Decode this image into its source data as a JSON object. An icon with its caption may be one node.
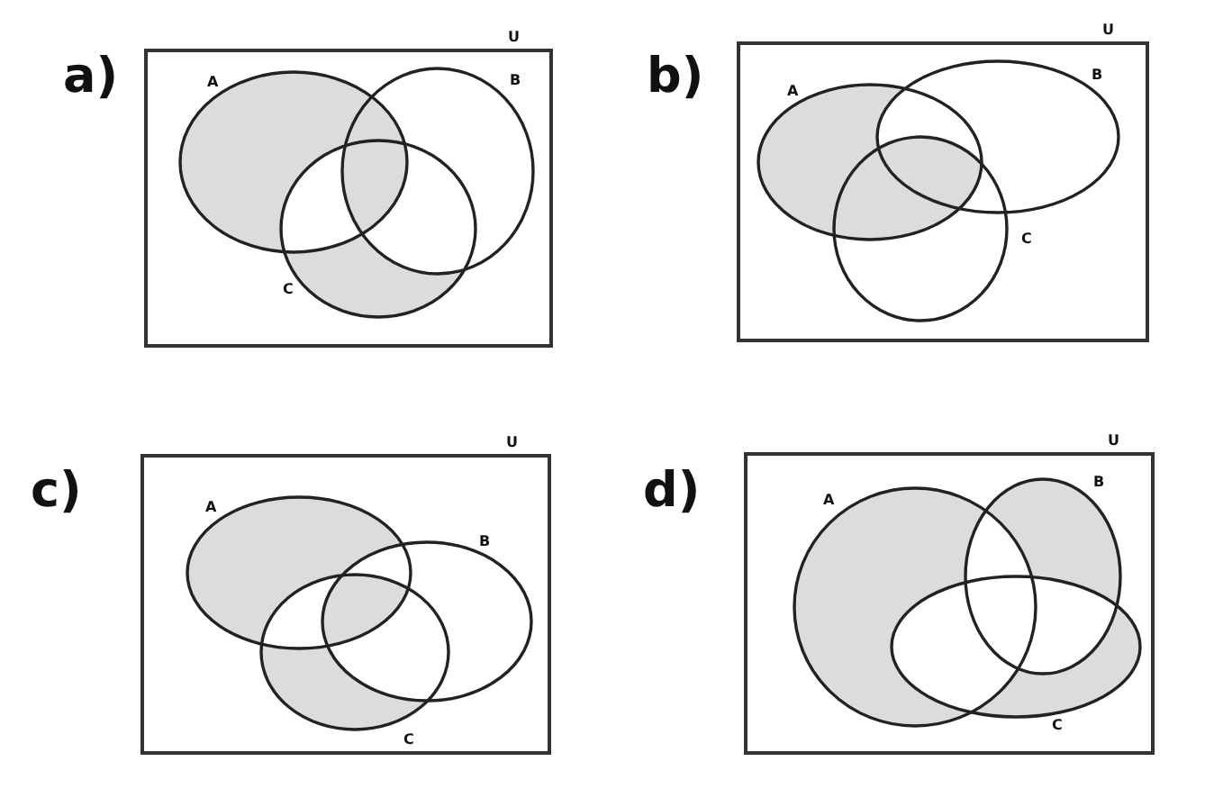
{
  "diagram": {
    "nodes": [
      {
        "text": [
          "a)"
        ],
        "beside": [
          "U"
        ]
      },
      {
        "text": [
          "A"
        ],
        "in": 0
      },
      {
        "text": [
          "B"
        ],
        "in": 0
      },
      {
        "text": [
          "C"
        ],
        "in": 0
      },
      {
        "text": [
          "b)"
        ],
        "beside": [
          "U"
        ]
      },
      {
        "text": [
          "A"
        ],
        "in": 4
      },
      {
        "text": [
          "B"
        ],
        "in": 4
      },
      {
        "text": [
          "C"
        ],
        "in": 4
      },
      {
        "text": [
          "c)"
        ],
        "beside": [
          "U"
        ]
      },
      {
        "text": [
          "A"
        ],
        "in": 8
      },
      {
        "text": [
          "B"
        ],
        "in": 8
      },
      {
        "text": [
          "C"
        ],
        "in": 8
      },
      {
        "text": [
          "d)"
        ],
        "beside": [
          "U"
        ]
      },
      {
        "text": [
          "A"
        ],
        "in": 12
      },
      {
        "text": [
          "B"
        ],
        "in": 12
      },
      {
        "text": [
          "C"
        ],
        "in": 12
      }
    ]
  }
}
